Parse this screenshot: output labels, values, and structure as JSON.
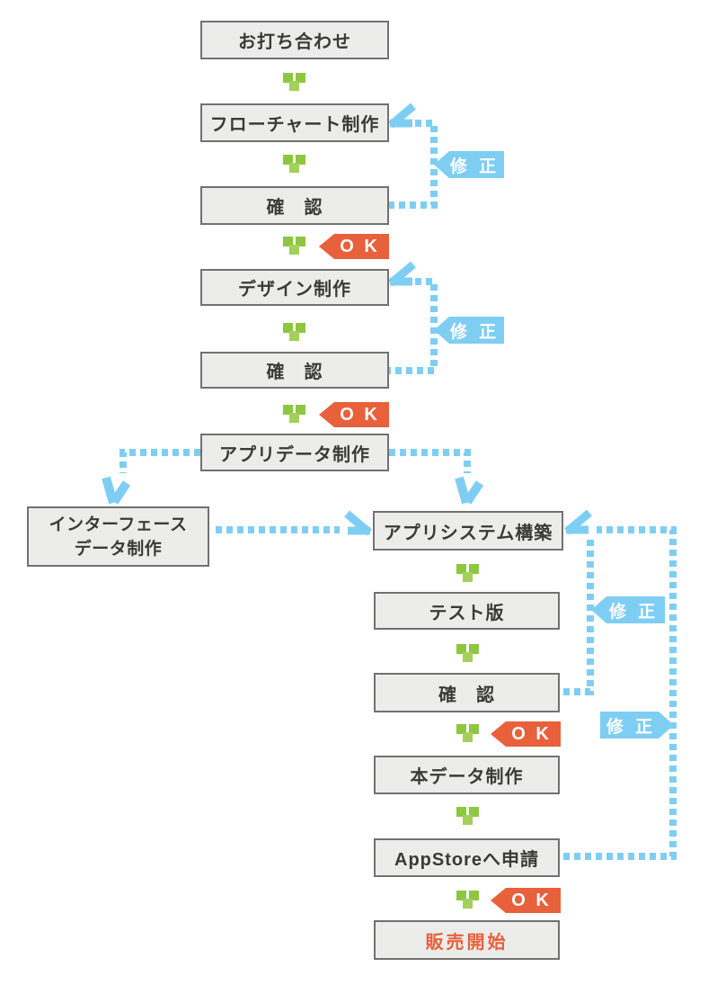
{
  "palette": {
    "arrow_green": "#8DC63F",
    "arrow_green_light": "#A2D05B",
    "connector_blue": "#7ECEF4",
    "accent_orange": "#E8603C",
    "node_fill": "#ECECEA",
    "node_border": "#717171",
    "node_text": "#3A3A39"
  },
  "nodes": {
    "meeting": {
      "label": "お打ち合わせ"
    },
    "flowchart": {
      "label": "フローチャート制作"
    },
    "check1": {
      "label": "確　認"
    },
    "design": {
      "label": "デザイン制作"
    },
    "check2": {
      "label": "確　認"
    },
    "app_data": {
      "label": "アプリデータ制作"
    },
    "interface_data": {
      "label_line1": "インターフェース",
      "label_line2": "データ制作"
    },
    "app_system": {
      "label": "アプリシステム構築"
    },
    "test_version": {
      "label": "テスト版"
    },
    "check3": {
      "label": "確　認"
    },
    "final_data": {
      "label": "本データ制作"
    },
    "appstore": {
      "label": "AppStoreへ申請"
    },
    "sales_start": {
      "label": "販売開始"
    }
  },
  "badges": {
    "fix": "修 正",
    "ok": "O K"
  }
}
